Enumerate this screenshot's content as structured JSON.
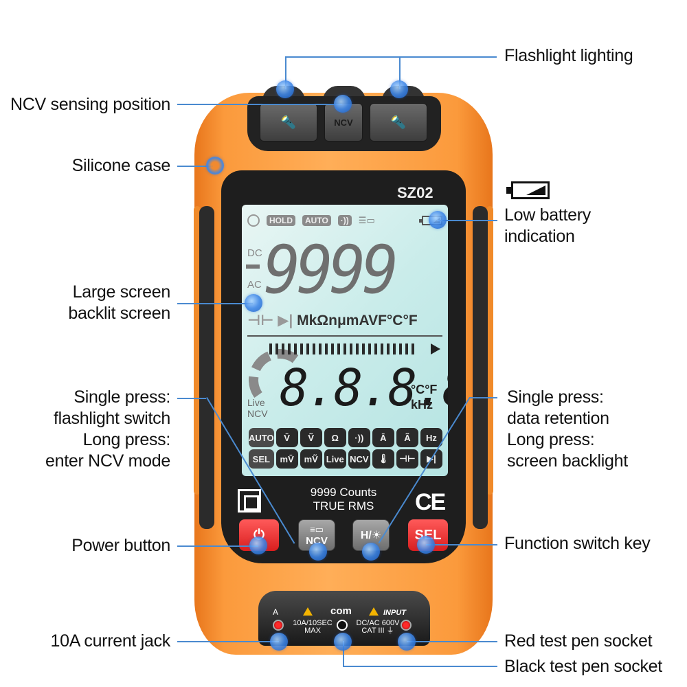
{
  "callouts": {
    "flashlight_lighting": "Flashlight lighting",
    "ncv_sensing": "NCV sensing position",
    "silicone_case": "Silicone case",
    "low_battery": [
      "Low battery",
      "indication"
    ],
    "large_screen": [
      "Large screen",
      "backlit screen"
    ],
    "left_button": [
      "Single press:",
      "flashlight switch",
      "Long press:",
      "enter NCV mode"
    ],
    "right_button": [
      "Single press:",
      "data retention",
      "Long press:",
      "screen backlight"
    ],
    "power_button": "Power button",
    "function_switch": "Function switch key",
    "current_jack": "10A current jack",
    "red_socket": "Red test pen socket",
    "black_socket": "Black test pen socket"
  },
  "device": {
    "model": "SZ02",
    "top_buttons": {
      "left_icon": "flashlight-icon",
      "center": "NCV",
      "right_icon": "flashlight-icon"
    },
    "lcd": {
      "status": {
        "hold": "HOLD",
        "auto": "AUTO",
        "sound": "·))"
      },
      "dc": "DC",
      "ac": "AC",
      "main_reading": "9999",
      "units_dim": "⊣⊢ ▶|",
      "units": "MkΩnμmAVF°C°F",
      "secondary_reading": "8.8.8.8",
      "secondary_units": [
        "°C°F",
        "kHz"
      ],
      "live": "Live",
      "ncv": "NCV",
      "mode_keys_row1": [
        "AUTO",
        "V̄",
        "Ṽ",
        "Ω",
        "·))",
        "Ā",
        "Ã",
        "Hz"
      ],
      "mode_keys_row2": [
        "SEL",
        "mV̄",
        "mṼ",
        "Live",
        "NCV",
        "🌡",
        "⊣⊢",
        "▶|"
      ]
    },
    "counts_line1": "9999 Counts",
    "counts_line2": "TRUE RMS",
    "ce_mark": "CE",
    "keys": {
      "power": "⏻",
      "ncv_top": "≡▭",
      "ncv_bottom": "NCV",
      "hold_top": "H/☀",
      "sel": "SEL"
    },
    "jacks": {
      "a_label": "A",
      "a_rating": [
        "10A/10SEC",
        "MAX"
      ],
      "com_label": "com",
      "input_label": "INPUT",
      "input_rating": [
        "DC/AC 600V",
        "CAT III ⏚"
      ]
    }
  },
  "colors": {
    "orange": "#fb9a3c",
    "leader_blue": "#4a8ad0",
    "lcd_bg": "#c9ecea",
    "key_red": "#e62b2b"
  }
}
